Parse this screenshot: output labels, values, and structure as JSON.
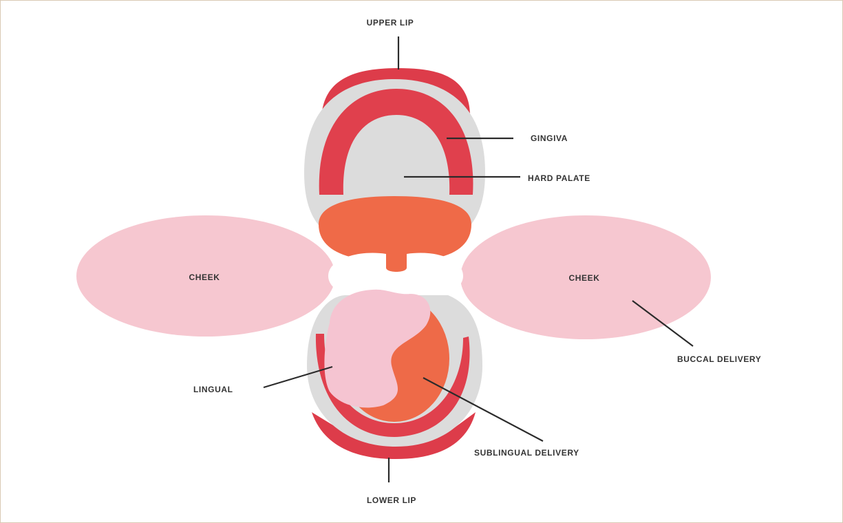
{
  "labels": {
    "upper_lip": "UPPER LIP",
    "gingiva": "GINGIVA",
    "hard_palate": "HARD PALATE",
    "cheek_left": "CHEEK",
    "cheek_right": "CHEEK",
    "buccal_delivery": "BUCCAL DELIVERY",
    "lingual": "LINGUAL",
    "sublingual_delivery": "SUBLINGUAL DELIVERY",
    "lower_lip": "LOWER LIP"
  },
  "colors": {
    "lip_red": "#dd3c4a",
    "gum_red": "#e0404d",
    "mucosa_gray": "#dcdcdc",
    "soft_palate_orange": "#ef6a48",
    "cheek_pink": "#f6c7d0",
    "tongue_pink": "#f5c4d1",
    "floor_orange": "#ee6a48"
  }
}
